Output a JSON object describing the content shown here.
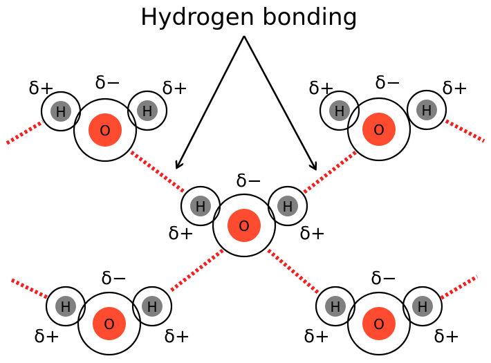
{
  "title": "Hydrogen bonding",
  "atoms": {
    "oxygen": "O",
    "hydrogen": "H"
  },
  "charges": {
    "partial_positive": "δ+",
    "partial_negative": "δ−"
  },
  "colors": {
    "oxygen": "#ff4b2f",
    "hydrogen": "#808080",
    "hydrogen_bond": "#f42020"
  }
}
